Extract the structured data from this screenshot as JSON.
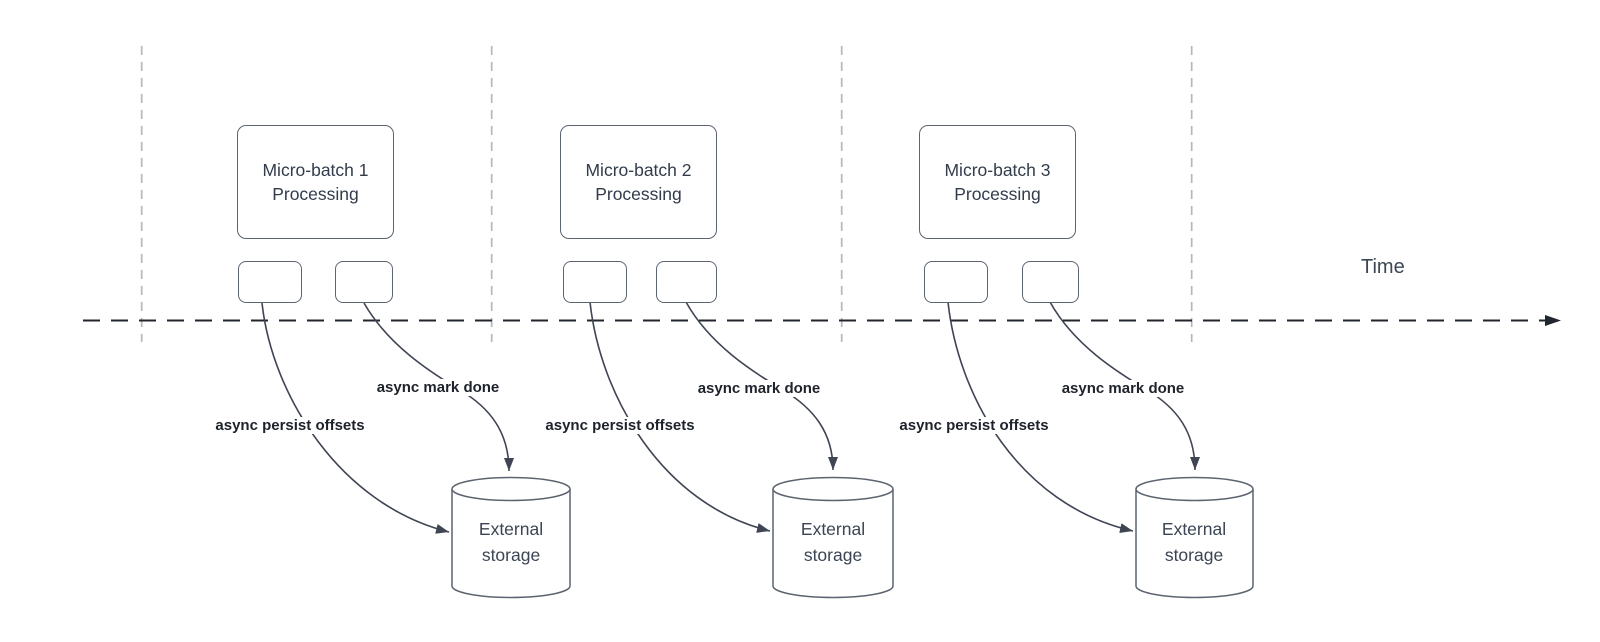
{
  "diagram": {
    "time_label": "Time",
    "groups": [
      {
        "box_label": "Micro-batch 1\nProcessing",
        "persist_label": "async persist offsets",
        "done_label": "async mark done",
        "storage_label": "External\nstorage"
      },
      {
        "box_label": "Micro-batch 2\nProcessing",
        "persist_label": "async persist offsets",
        "done_label": "async mark done",
        "storage_label": "External\nstorage"
      },
      {
        "box_label": "Micro-batch 3\nProcessing",
        "persist_label": "async persist offsets",
        "done_label": "async mark done",
        "storage_label": "External\nstorage"
      }
    ],
    "colors": {
      "shape_stroke": "#5c6470",
      "connector": "#3f4553",
      "axis": "#20252e",
      "gridline": "#b4b8be",
      "box_text": "#323c4b",
      "bold_label_text": "#1d222b"
    }
  }
}
